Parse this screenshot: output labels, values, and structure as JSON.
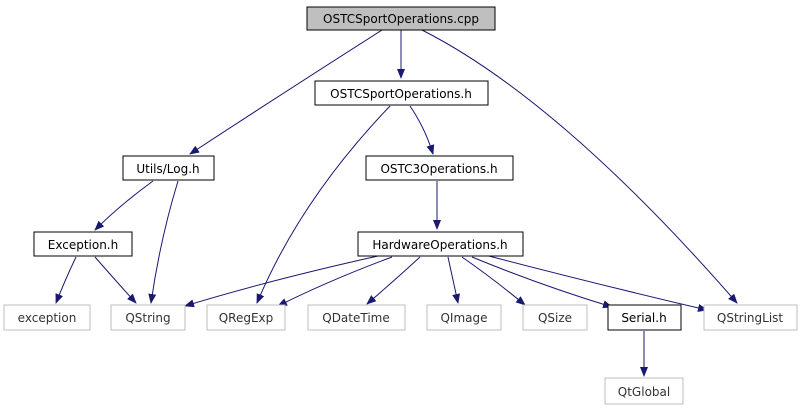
{
  "colors": {
    "edge": "#191970",
    "root_fill": "#bfbfbf",
    "node_border": "#000000",
    "external_border": "#bfbfbf",
    "background": "#ffffff"
  },
  "nodes": {
    "root": "OSTCSportOperations.cpp",
    "sport_h": "OSTCSportOperations.h",
    "utils_log": "Utils/Log.h",
    "ostc3": "OSTC3Operations.h",
    "exception_h": "Exception.h",
    "hardware": "HardwareOperations.h",
    "exception": "exception",
    "qstring": "QString",
    "qregexp": "QRegExp",
    "qdatetime": "QDateTime",
    "qimage": "QImage",
    "qsize": "QSize",
    "serial": "Serial.h",
    "qstringlist": "QStringList",
    "qtglobal": "QtGlobal"
  }
}
